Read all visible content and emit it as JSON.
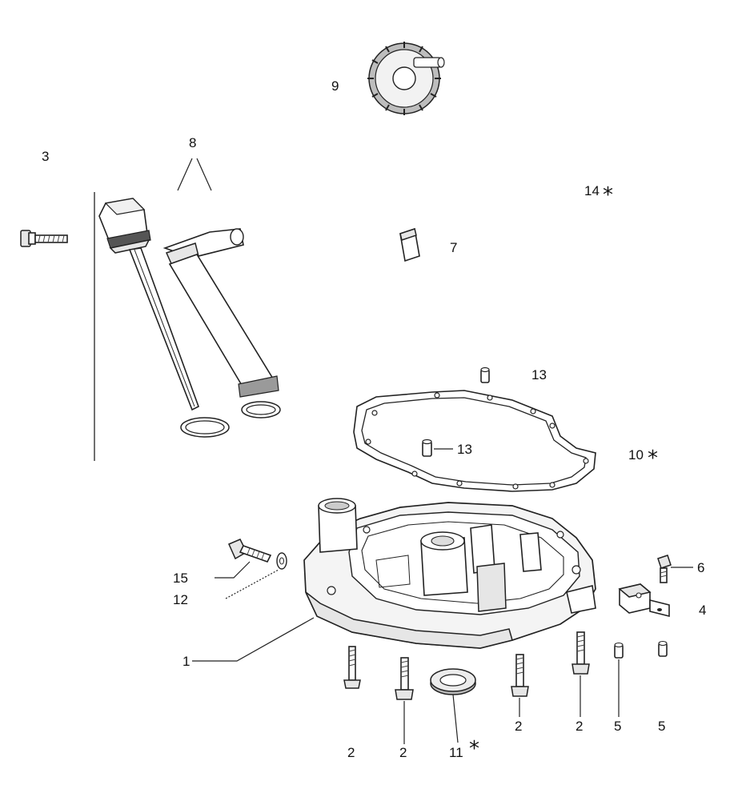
{
  "callouts": {
    "c1": "1",
    "c2a": "2",
    "c2b": "2",
    "c2c": "2",
    "c2d": "2",
    "c3": "3",
    "c4": "4",
    "c5a": "5",
    "c5b": "5",
    "c6": "6",
    "c7": "7",
    "c8": "8",
    "c9": "9",
    "c10": "10",
    "c11": "11",
    "c12": "12",
    "c13a": "13",
    "c13b": "13",
    "c14": "14",
    "c15": "15"
  },
  "marks": {
    "star": "*"
  }
}
